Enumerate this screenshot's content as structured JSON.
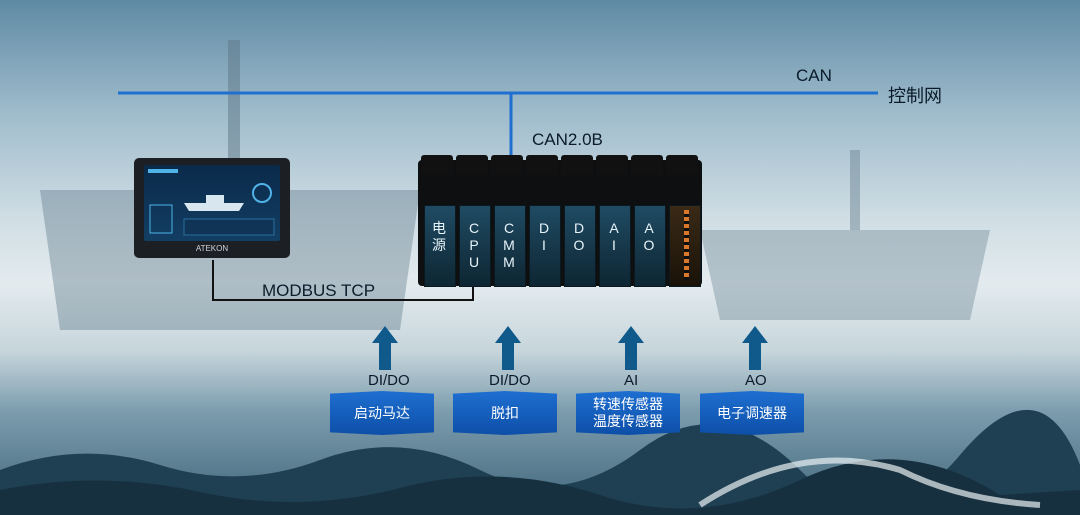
{
  "network": {
    "bus_label": "CAN",
    "net_name": "控制网",
    "drop_label": "CAN2.0B",
    "hmi_link_label": "MODBUS TCP"
  },
  "hmi": {
    "brand": "ATEKON"
  },
  "modules": [
    {
      "label_chars": [
        "电",
        "源"
      ]
    },
    {
      "label_chars": [
        "C",
        "P",
        "U"
      ]
    },
    {
      "label_chars": [
        "C",
        "M",
        "M"
      ]
    },
    {
      "label_chars": [
        "D",
        "I"
      ]
    },
    {
      "label_chars": [
        "D",
        "O"
      ]
    },
    {
      "label_chars": [
        "A",
        "I"
      ]
    },
    {
      "label_chars": [
        "A",
        "O"
      ]
    }
  ],
  "inputs": [
    {
      "signal": "DI/DO",
      "device": "启动马达"
    },
    {
      "signal": "DI/DO",
      "device": "脱扣"
    },
    {
      "signal": "AI",
      "device": "转速传感器\n温度传感器"
    },
    {
      "signal": "AO",
      "device": "电子调速器"
    }
  ],
  "colors": {
    "bus": "#1f6fd0",
    "banner": "#1464c4",
    "arrow": "#0f5a8a"
  }
}
